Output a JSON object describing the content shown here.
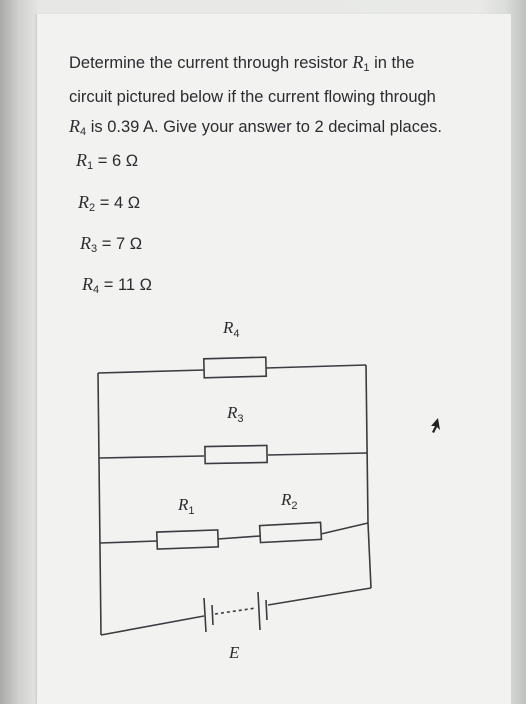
{
  "question": {
    "line1_before": "Determine the current through resistor",
    "line1_resistor_letter": "R",
    "line1_resistor_sub": "1",
    "line1_after": "in the",
    "line2": "circuit pictured below if the current flowing through",
    "line3_resistor_letter": "R",
    "line3_resistor_sub": "4",
    "line3_after": "is 0.39 A. Give your answer to 2 decimal places."
  },
  "given_values": [
    {
      "letter": "R",
      "sub": "1",
      "value": "= 6 Ω"
    },
    {
      "letter": "R",
      "sub": "2",
      "value": "= 4 Ω"
    },
    {
      "letter": "R",
      "sub": "3",
      "value": "= 7 Ω"
    },
    {
      "letter": "R",
      "sub": "4",
      "value": "= 11 Ω"
    }
  ],
  "circuit": {
    "r4_letter": "R",
    "r4_sub": "4",
    "r3_letter": "R",
    "r3_sub": "3",
    "r1_letter": "R",
    "r1_sub": "1",
    "r2_letter": "R",
    "r2_sub": "2",
    "battery_label": "E"
  },
  "colors": {
    "text": "#2a2c2f",
    "wire": "#3a3c3f",
    "paper": "#f2f3f1"
  },
  "icons": {
    "cursor": "mouse-pointer-icon"
  }
}
